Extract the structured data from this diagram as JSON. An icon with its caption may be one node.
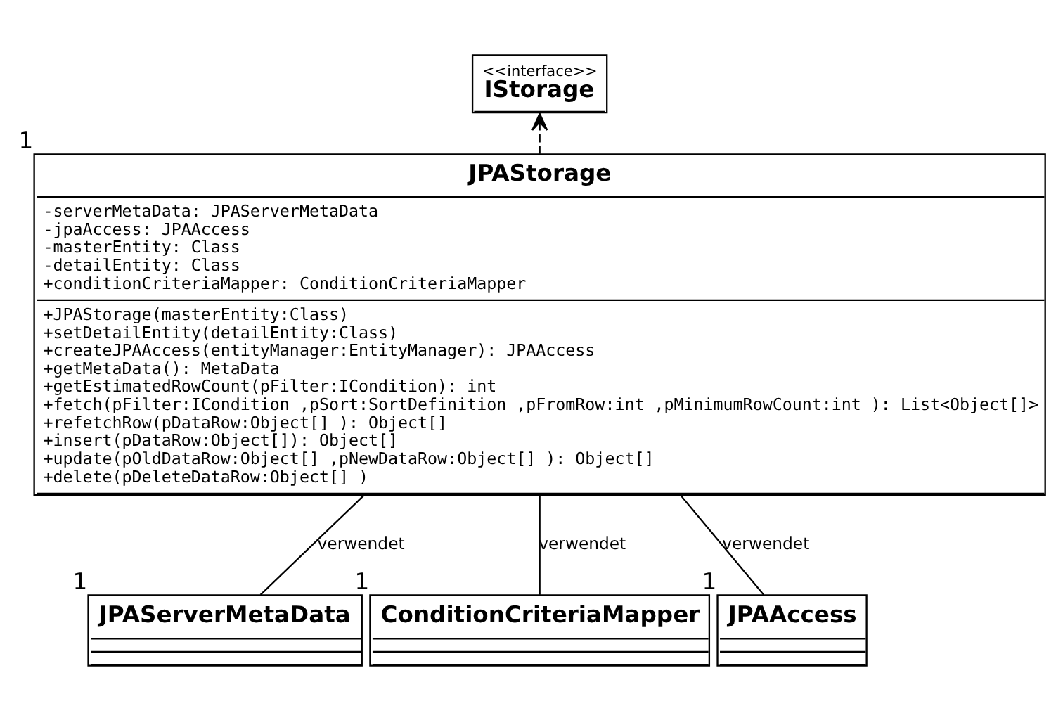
{
  "diagram": {
    "nodes": [
      {
        "text": [
          "<<interface>>",
          "IStorage"
        ]
      },
      {
        "text": [
          "JPAStorage",
          "-serverMetaData: JPAServerMetaData",
          "-jpaAccess: JPAAccess",
          "-masterEntity: Class",
          "-detailEntity: Class",
          "+conditionCriteriaMapper: ConditionCriteriaMapper",
          "+JPAStorage(masterEntity:Class)",
          "+setDetailEntity(detailEntity:Class)",
          "+createJPAAccess(entityManager:EntityManager): JPAAccess",
          "+getMetaData(): MetaData",
          "+getEstimatedRowCount(pFilter:ICondition): int",
          "+fetch(pFilter:ICondition ,pSort:SortDefinition ,pFromRow:int ,pMinimumRowCount:int ): List<Object[]>",
          "+refetchRow(pDataRow:Object[] ): Object[]",
          "+insert(pDataRow:Object[]): Object[]",
          "+update(pOldDataRow:Object[] ,pNewDataRow:Object[] ): Object[]",
          "+delete(pDeleteDataRow:Object[] )"
        ],
        "beside": [
          "1"
        ]
      },
      {
        "text": [
          "JPAServerMetaData"
        ],
        "beside": [
          "1"
        ]
      },
      {
        "text": [
          "ConditionCriteriaMapper"
        ],
        "beside": [
          "1"
        ]
      },
      {
        "text": [
          "JPAAccess"
        ],
        "beside": [
          "1"
        ]
      }
    ],
    "edges": [
      {
        "from": 1,
        "to": 0,
        "arrow": "to",
        "style": "dashed"
      },
      {
        "from": 1,
        "to": 2,
        "arrow": "none",
        "label": "verwendet"
      },
      {
        "from": 1,
        "to": 3,
        "arrow": "none",
        "label": "verwendet"
      },
      {
        "from": 1,
        "to": 4,
        "arrow": "none",
        "label": "verwendet"
      }
    ]
  }
}
